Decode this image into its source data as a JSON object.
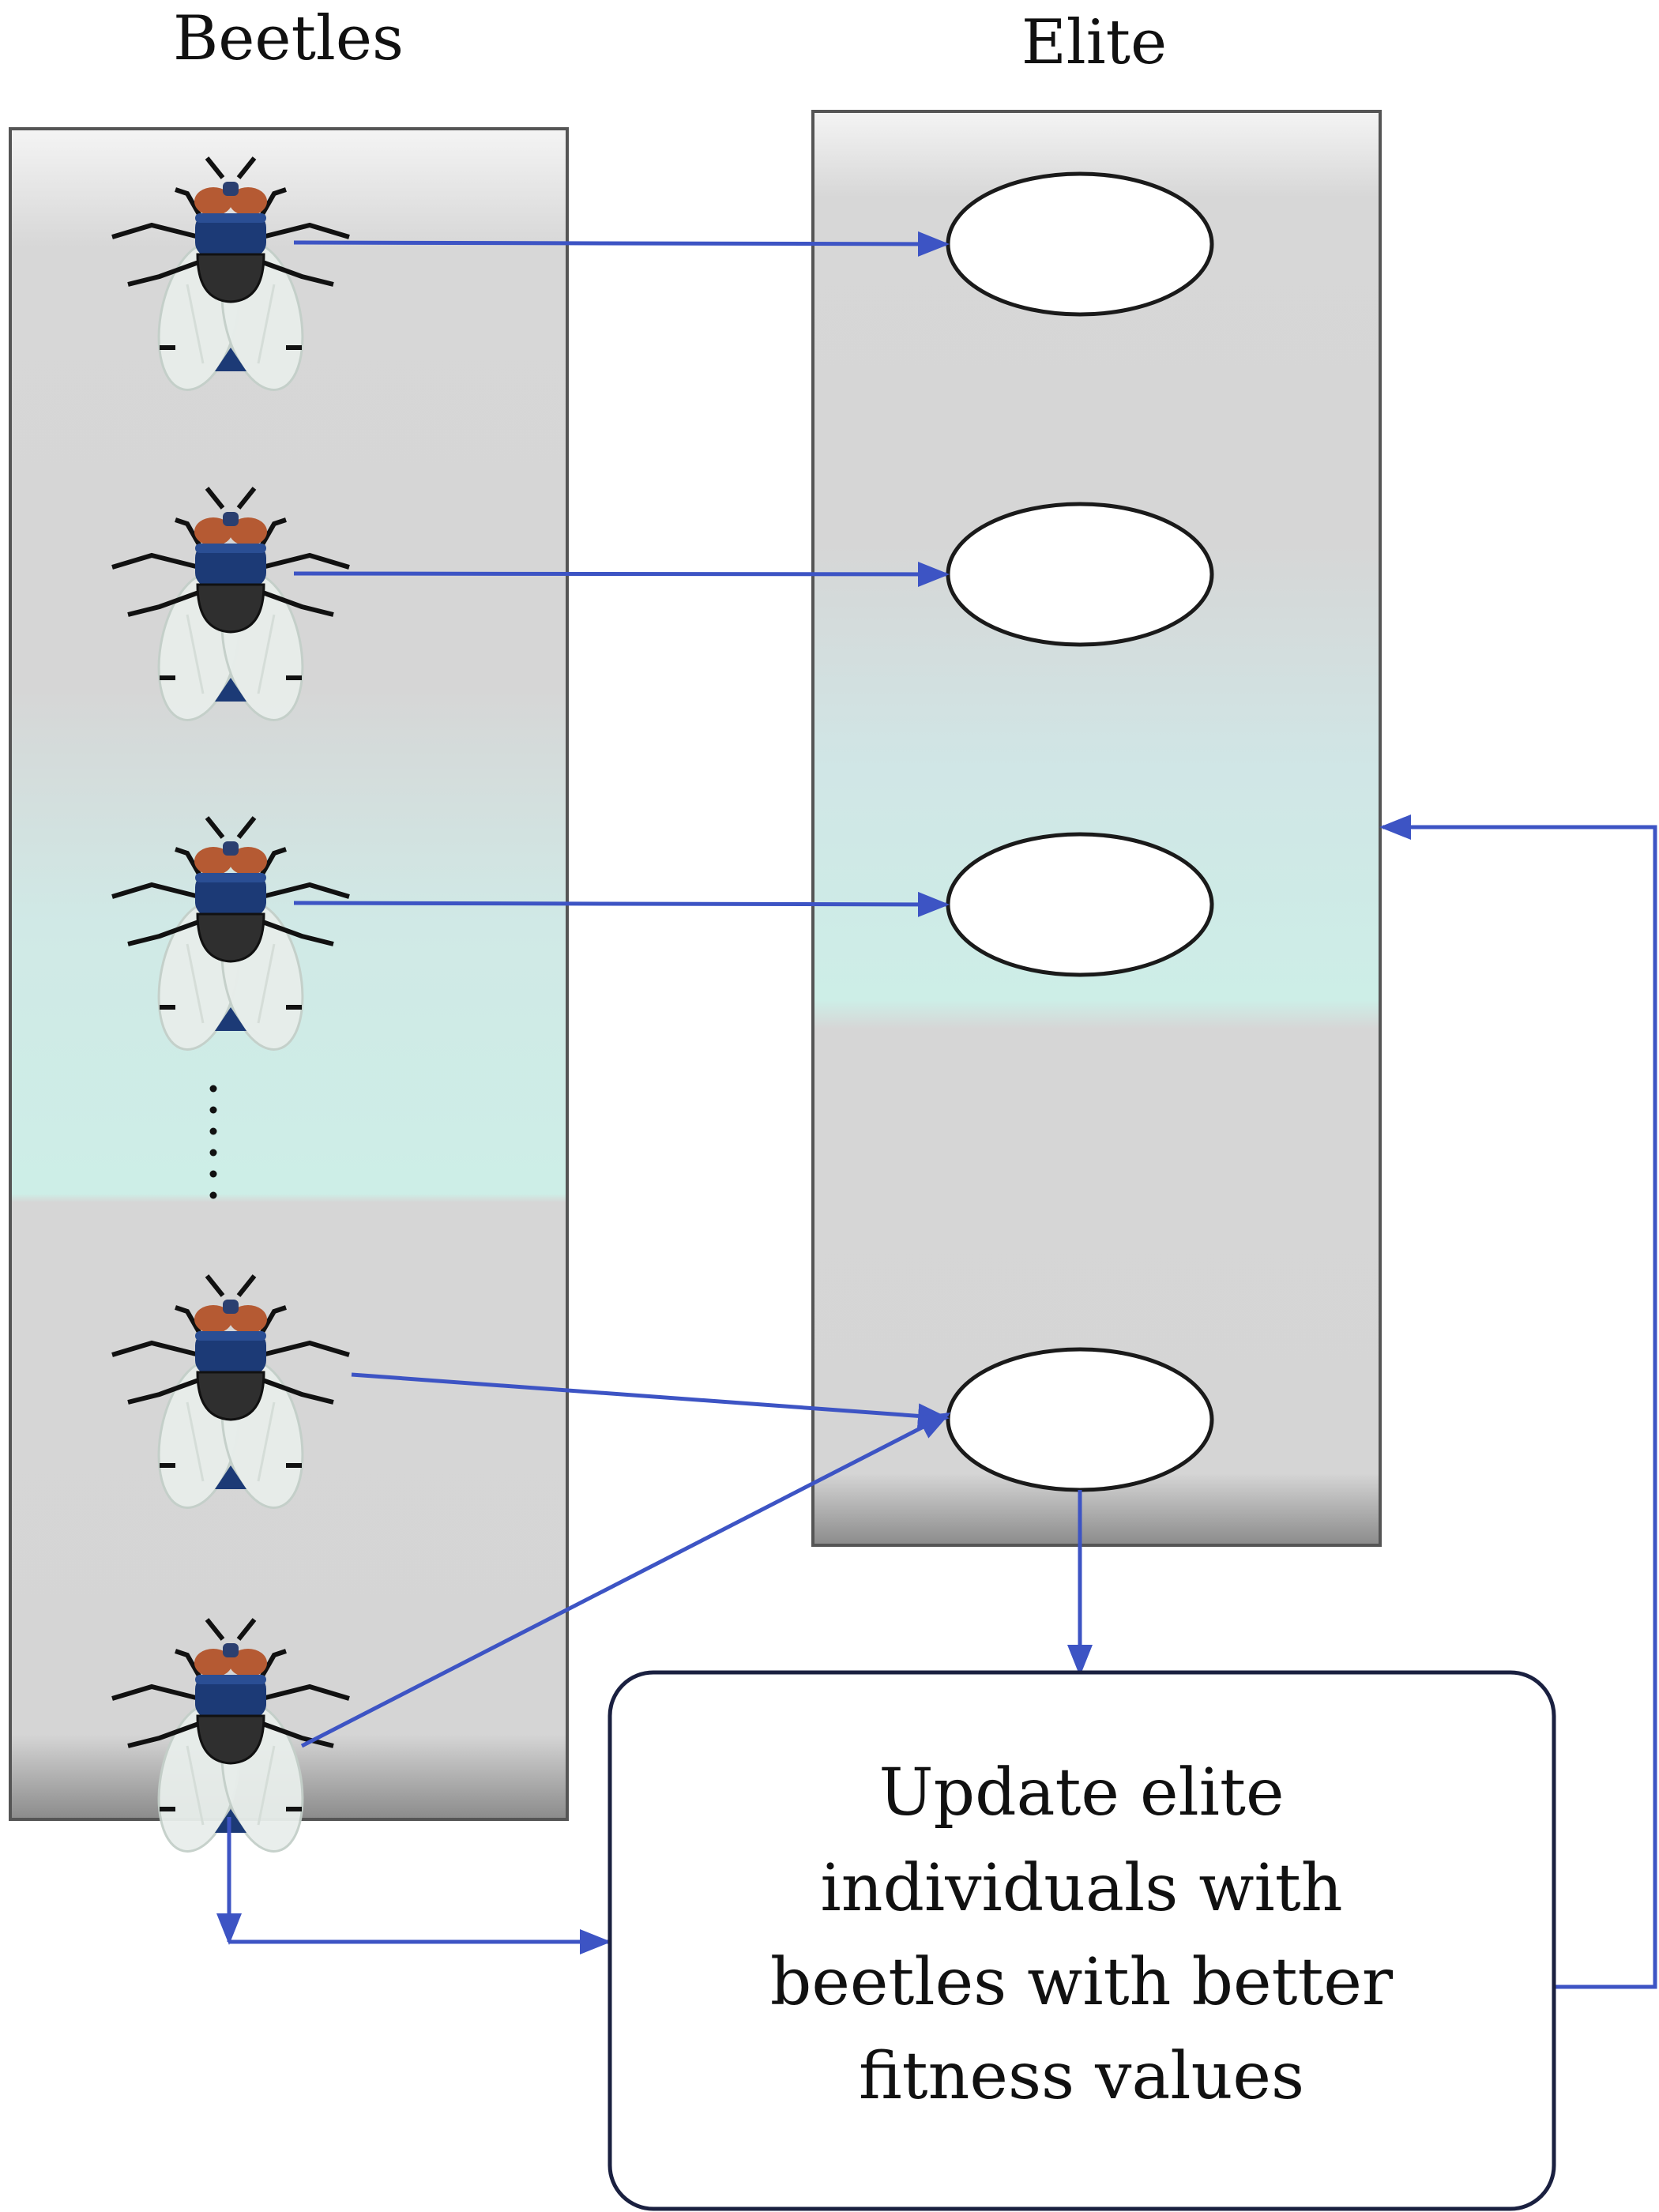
{
  "columns": {
    "beetles_title": "Beetles",
    "elite_title": "Elite"
  },
  "update_box": {
    "lines": [
      "Update elite",
      "individuals with",
      "beetles with better",
      "fitness values"
    ]
  },
  "beetles": {
    "count_shown": 5,
    "ellipsis": "⋮"
  },
  "elite": {
    "slots_shown": 4
  },
  "colors": {
    "arrow": "#3d54c4",
    "panel_gray": "#d6d6d6",
    "panel_teal": "#cdeee7",
    "box_border": "#1a2040"
  }
}
